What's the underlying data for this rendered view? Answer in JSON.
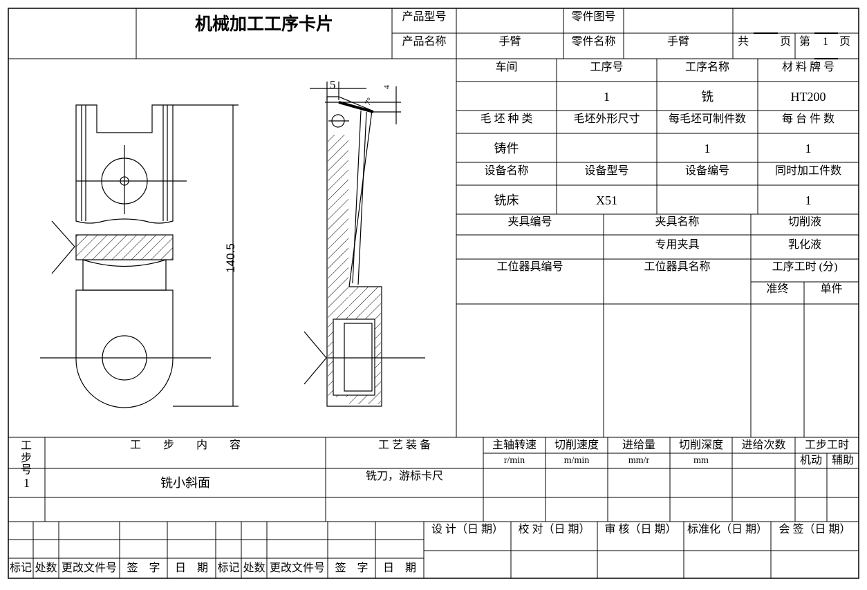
{
  "header": {
    "title": "机械加工工序卡片",
    "product_model_label": "产品型号",
    "product_model": "",
    "part_drawing_no_label": "零件图号",
    "part_drawing_no": "",
    "product_name_label": "产品名称",
    "product_name": "手臂",
    "part_name_label": "零件名称",
    "part_name": "手臂",
    "total_label": "共",
    "total_pages": "",
    "page_unit": "页",
    "page_label": "第",
    "page_no": "1",
    "page_unit2": "页"
  },
  "process": {
    "labels1": [
      "车间",
      "工序号",
      "工序名称",
      "材 料 牌 号"
    ],
    "values1": [
      "",
      "1",
      "铣",
      "HT200"
    ],
    "labels2": [
      "毛 坯 种 类",
      "毛坯外形尺寸",
      "每毛坯可制件数",
      "每 台 件 数"
    ],
    "values2": [
      "铸件",
      "",
      "1",
      "1"
    ],
    "labels3": [
      "设备名称",
      "设备型号",
      "设备编号",
      "同时加工件数"
    ],
    "values3": [
      "铣床",
      "X51",
      "",
      "1"
    ],
    "labels4": [
      "夹具编号",
      "夹具名称",
      "切削液"
    ],
    "values4": [
      "",
      "专用夹具",
      "乳化液"
    ],
    "labels5": [
      "工位器具编号",
      "工位器具名称",
      "工序工时 (分)"
    ],
    "time_cols": [
      "准终",
      "单件"
    ]
  },
  "drawing": {
    "dim_overall": "140.5",
    "dim_5": "5",
    "dim_4": "4",
    "dim_angle": "7°"
  },
  "steps": {
    "headers": {
      "no": "工步号",
      "content": "工　　步　　内　　容",
      "equipment": "工 艺 装 备",
      "spindle": "主轴转速",
      "spindle_unit": "r/min",
      "speed": "切削速度",
      "speed_unit": "m/min",
      "feed": "进给量",
      "feed_unit": "mm/r",
      "depth": "切削深度",
      "depth_unit": "mm",
      "passes": "进给次数",
      "time": "工步工时",
      "time_machine": "机动",
      "time_aux": "辅助"
    },
    "rows": [
      {
        "no": "1",
        "content": "铣小斜面",
        "equipment": "铣刀，游标卡尺"
      }
    ]
  },
  "footer": {
    "sign_labels": [
      "设 计（日 期）",
      "校 对（日 期）",
      "审 核（日 期）",
      "标准化（日 期）",
      "会 签（日 期）"
    ],
    "change_labels": [
      "标记",
      "处数",
      "更改文件号",
      "签　字",
      "日　期",
      "标记",
      "处数",
      "更改文件号",
      "签　字",
      "日　期"
    ]
  }
}
